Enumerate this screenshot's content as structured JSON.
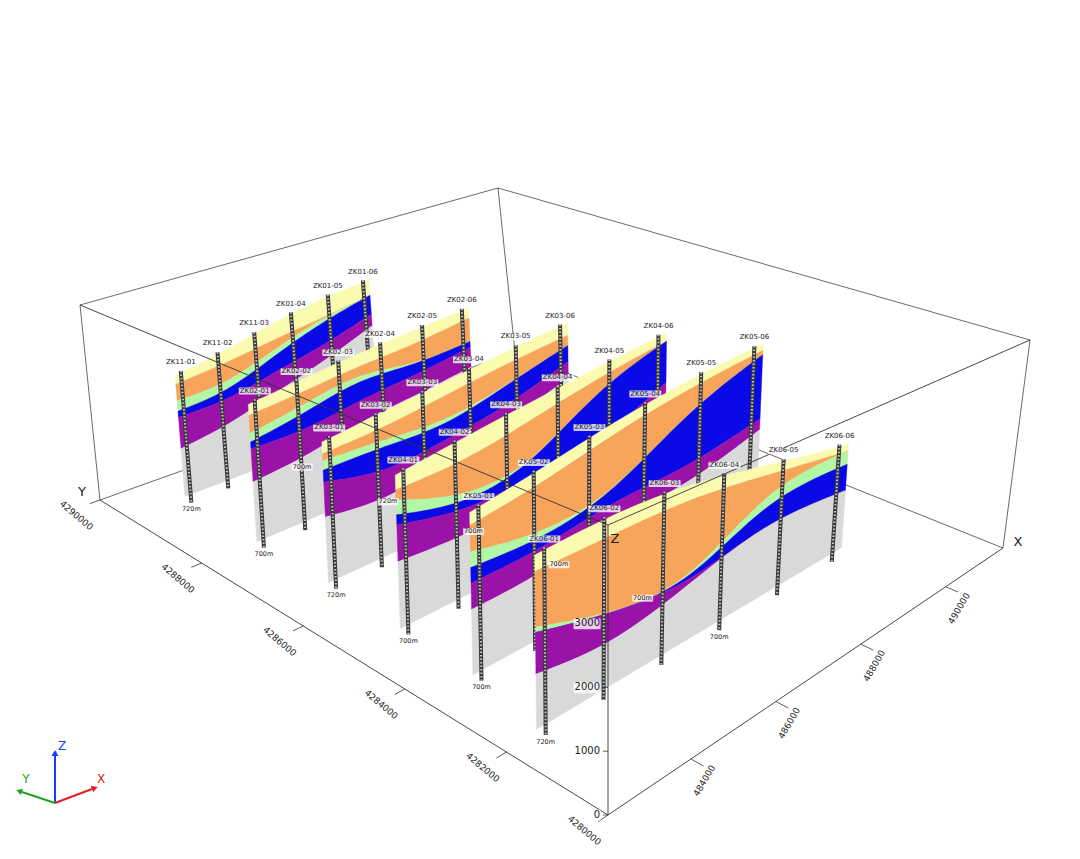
{
  "diagram": {
    "labels": [
      "Y",
      "X",
      "Z",
      "4280000",
      "4282000",
      "4284000",
      "4286000",
      "4288000",
      "4290000",
      "484000",
      "486000",
      "488000",
      "490000",
      "0",
      "1000",
      "2000",
      "3000",
      "Z",
      "Y",
      "X",
      "ZK11-01",
      "ZK11-02",
      "ZK11-03",
      "ZK01-04",
      "ZK01-05",
      "ZK01-06",
      "720m",
      "700m",
      "ZK02-01",
      "ZK02-02",
      "ZK02-03",
      "ZK02-04",
      "ZK02-05",
      "ZK02-06",
      "700m",
      "720m",
      "ZK03-01",
      "ZK03-02",
      "ZK03-03",
      "ZK03-04",
      "ZK03-05",
      "ZK03-06",
      "720m",
      "700m",
      "ZK04-01",
      "ZK04-02",
      "ZK04-03",
      "ZK04-04",
      "ZK04-05",
      "ZK04-06",
      "700m",
      "700m",
      "ZK05-01",
      "ZK05-02",
      "ZK05-03",
      "ZK05-04",
      "ZK05-05",
      "ZK05-06",
      "700m",
      "700m",
      "ZK06-01",
      "ZK06-02",
      "ZK06-03",
      "ZK06-04",
      "ZK06-05",
      "ZK06-06",
      "720m",
      "700m"
    ]
  }
}
